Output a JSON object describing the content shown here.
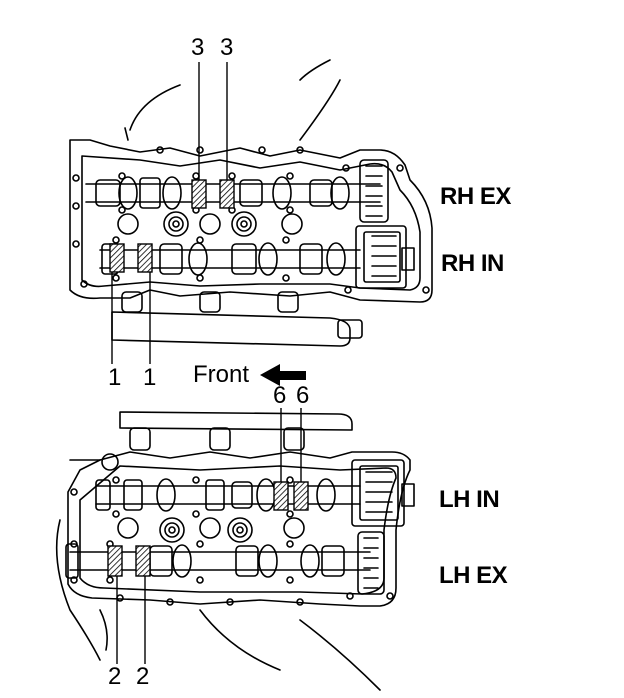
{
  "labels": {
    "rh_ex": "RH EX",
    "rh_in": "RH IN",
    "lh_in": "LH IN",
    "lh_ex": "LH EX",
    "front": "Front"
  },
  "callouts": {
    "top_left": "3",
    "top_right": "3",
    "rh_in_left": "1",
    "rh_in_right": "1",
    "lh_in_left": "6",
    "lh_in_right": "6",
    "lh_ex_left": "2",
    "lh_ex_right": "2"
  },
  "colors": {
    "line": "#000000",
    "background": "#ffffff"
  }
}
